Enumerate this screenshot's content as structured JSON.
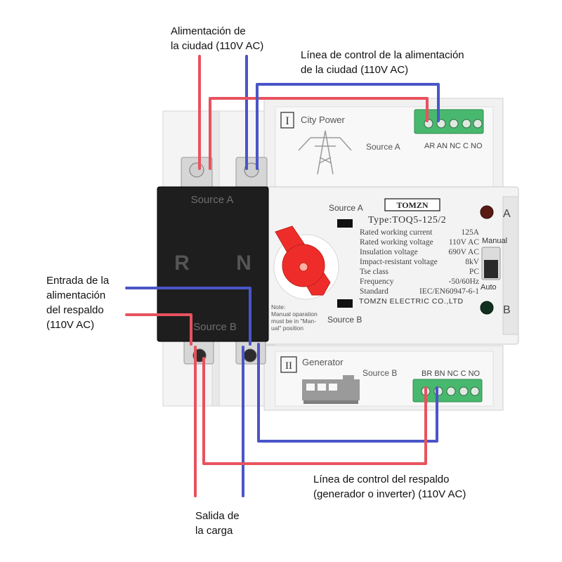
{
  "callouts": {
    "city_feed": [
      "Alimentación de",
      "la ciudad (110V AC)"
    ],
    "city_control": [
      "Línea de control de la alimentación",
      "de la ciudad (110V AC)"
    ],
    "backup_feed": [
      "Entrada de la",
      "alimentación",
      "del respaldo",
      "(110V AC)"
    ],
    "backup_control": [
      "Línea de control del respaldo",
      "(generador o inverter) (110V AC)"
    ],
    "load_output": [
      "Salida de",
      "la carga"
    ]
  },
  "device": {
    "brand": "TOMZN",
    "type": "Type:TOQ5-125/2",
    "specs": [
      {
        "label": "Rated working current",
        "value": "125A"
      },
      {
        "label": "Rated working voltage",
        "value": "110V AC"
      },
      {
        "label": "Insulation voltage",
        "value": "690V AC"
      },
      {
        "label": "Impact-resistant voltage",
        "value": "8kV"
      },
      {
        "label": "Tse class",
        "value": "PC"
      },
      {
        "label": "Frequency",
        "value": "-50/60Hz"
      },
      {
        "label": "Standard",
        "value": "IEC/EN60947-6-1"
      }
    ],
    "maker": "TOMZN ELECTRIC CO.,LTD",
    "switch_source_a": "Source A",
    "switch_source_b": "Source B",
    "note": [
      "Note:",
      "Manual oparation",
      "must be in \"Man-",
      "ual\" position"
    ],
    "indicator_a": "A",
    "indicator_b": "B",
    "mode_manual": "Manual",
    "mode_auto": "Auto"
  },
  "breaker": {
    "top_label": "Source A",
    "bottom_label": "Source B",
    "pole_r": "R",
    "pole_n": "N"
  },
  "module_a": {
    "index": "I",
    "title": "City Power",
    "source": "Source A",
    "terminals": "AR AN NC C NO"
  },
  "module_b": {
    "index": "II",
    "title": "Generator",
    "source": "Source B",
    "terminals": "BR BN NC C NO"
  },
  "colors": {
    "live_wire": "#e8525d",
    "neutral_wire": "#4a55c8",
    "terminal_green": "#48b86e",
    "knob_red": "#ee2d2a",
    "breaker_body": "#1e1e1e",
    "device_body": "#f3f3f3"
  }
}
